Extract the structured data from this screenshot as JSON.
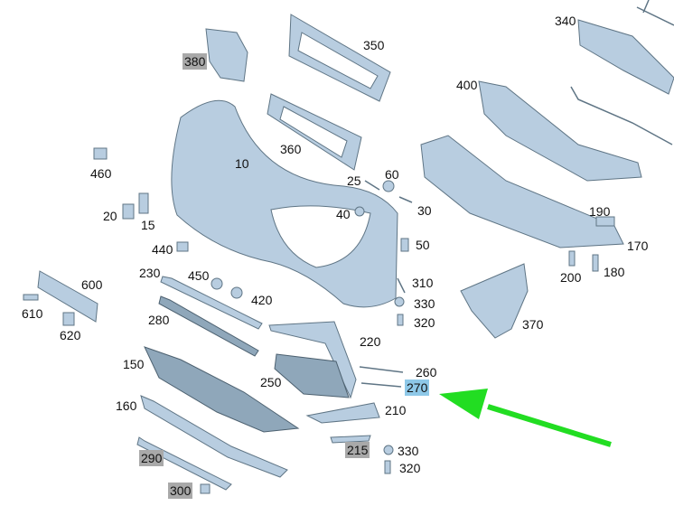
{
  "callouts": {
    "c10": "10",
    "c15": "15",
    "c20": "20",
    "c25": "25",
    "c30": "30",
    "c40": "40",
    "c50": "50",
    "c60": "60",
    "c150": "150",
    "c160": "160",
    "c170": "170",
    "c180": "180",
    "c190": "190",
    "c200": "200",
    "c210": "210",
    "c215": "215",
    "c220": "220",
    "c230": "230",
    "c250": "250",
    "c260": "260",
    "c270": "270",
    "c280": "280",
    "c290": "290",
    "c300": "300",
    "c310": "310",
    "c320a": "320",
    "c320b": "320",
    "c330a": "330",
    "c330b": "330",
    "c340": "340",
    "c350": "350",
    "c360": "360",
    "c370": "370",
    "c380": "380",
    "c400": "400",
    "c420": "420",
    "c440": "440",
    "c450": "450",
    "c460": "460",
    "c600": "600",
    "c610": "610",
    "c620": "620"
  },
  "colors": {
    "highlight_callout": "#8ec8e8",
    "gray_callout": "#a9a9a9",
    "pointer_arrow": "#22dd22",
    "part_fill": "#b8cde0"
  },
  "pointer": {
    "target": "270"
  }
}
